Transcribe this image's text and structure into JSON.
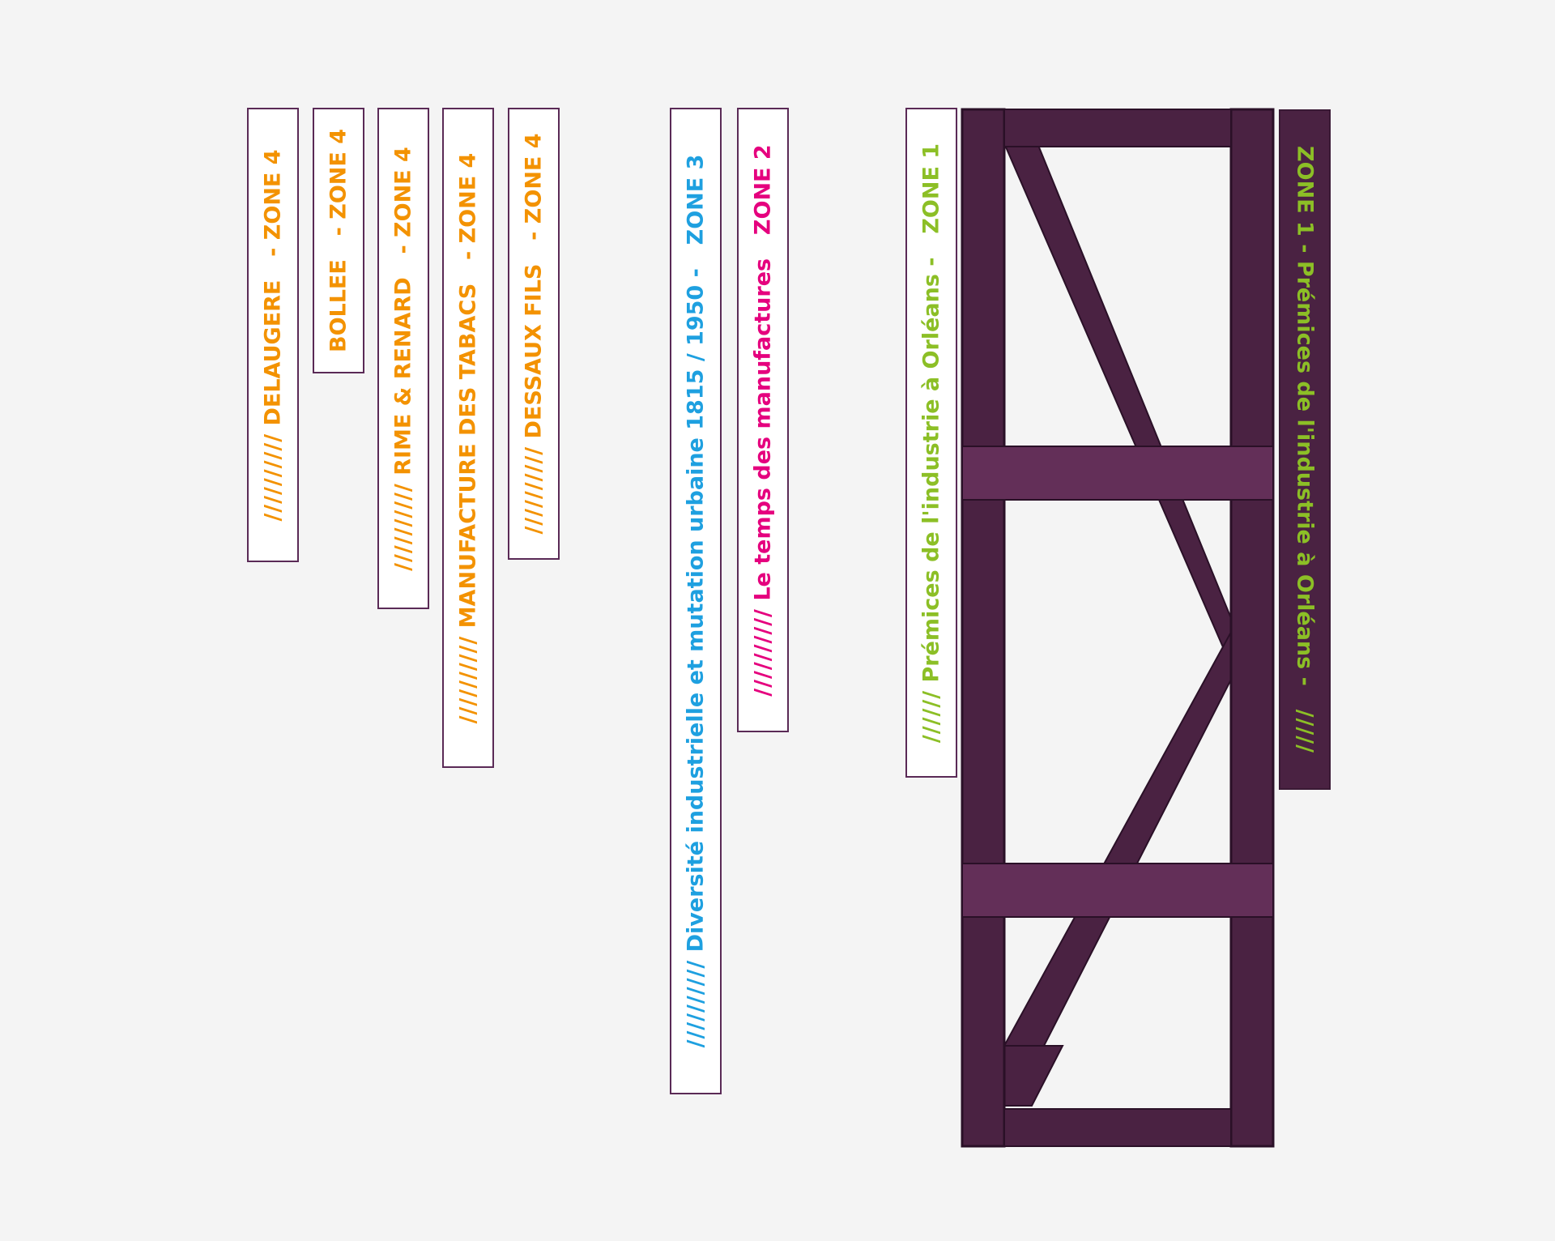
{
  "colors": {
    "orange": "#f39200",
    "blue": "#1ea0e0",
    "magenta": "#e5007e",
    "green": "#8cbf26",
    "purple_dark": "#4a2242",
    "purple_light": "#632f58",
    "frame_outline": "#2a1027",
    "banner_border": "#5a2a56"
  },
  "banners": {
    "delaugere": {
      "hatch": "//////////",
      "name": "DELAUGERE",
      "zone": "- ZONE 4"
    },
    "bollee": {
      "name": "BOLLEE",
      "zone": "- ZONE 4"
    },
    "rime_renard": {
      "hatch": "//////////",
      "name": "RIME & RENARD",
      "zone": "- ZONE 4"
    },
    "manufacture_tabacs": {
      "hatch": "//////////",
      "name": "MANUFACTURE DES TABACS",
      "zone": "- ZONE 4"
    },
    "dessaux_fils": {
      "hatch": "//////////",
      "name": "DESSAUX FILS",
      "zone": "- ZONE 4"
    },
    "zone3": {
      "hatch": "//////////",
      "name": "Diversité industrielle et mutation urbaine 1815 / 1950 -",
      "zone": "ZONE 3"
    },
    "zone2": {
      "hatch": "//////////",
      "name": "Le temps des manufactures",
      "zone": "ZONE 2"
    },
    "zone1": {
      "hatch": "//////",
      "name": "Prémices de l'industrie à Orléans -",
      "zone": "ZONE 1"
    },
    "zone1_dark": {
      "zone": "ZONE 1 -",
      "name": "Prémices de l'industrie à Orléans -",
      "hatch": "/////"
    }
  }
}
